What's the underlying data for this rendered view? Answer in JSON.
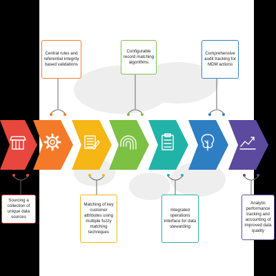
{
  "steps": [
    {
      "id": "s1",
      "color": "#e8473d",
      "icon": "storefront-icon",
      "text": "Sourcing a collection of unique data sources",
      "position": "bottom"
    },
    {
      "id": "s2",
      "color": "#f47a2a",
      "icon": "gear-icon",
      "text": "Central rules and referential integrity based validations",
      "position": "top"
    },
    {
      "id": "s3",
      "color": "#f5b616",
      "icon": "document-icon",
      "text": "Matching of key customer attributes using multiple fuzzy matching techniques",
      "position": "bottom"
    },
    {
      "id": "s4",
      "color": "#7cc044",
      "icon": "fingerprint-icon",
      "text": "Configurable record matching algorithms",
      "position": "top"
    },
    {
      "id": "s5",
      "color": "#22b3a8",
      "icon": "clipboard-icon",
      "text": "Integrated operations interface for data stewarding",
      "position": "bottom"
    },
    {
      "id": "s6",
      "color": "#2e7ec4",
      "icon": "tree-icon",
      "text": "Comprehensive audit tracking for MDM actions",
      "position": "top"
    },
    {
      "id": "s7",
      "color": "#5b4a9e",
      "icon": "trend-chart-icon",
      "text": "Analytic performance tracking and accounting of improved data quality",
      "position": "bottom"
    }
  ]
}
